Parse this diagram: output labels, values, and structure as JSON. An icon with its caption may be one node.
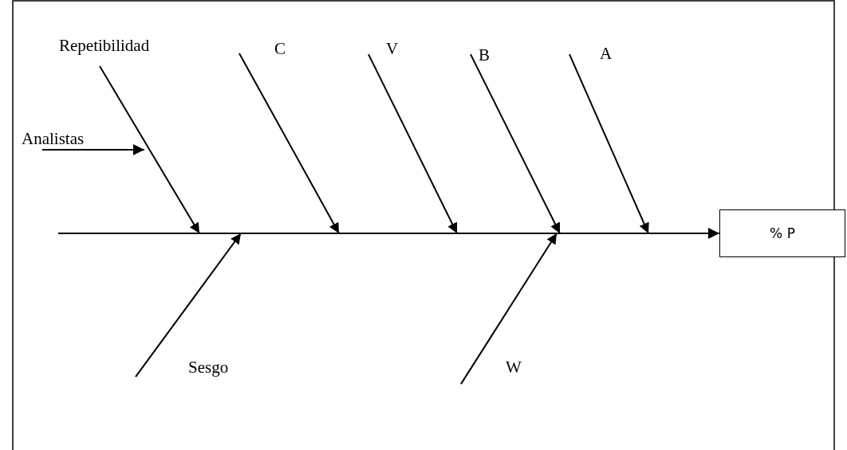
{
  "diagram": {
    "nodes": [
      {
        "text": [
          "% P"
        ]
      },
      {
        "text": [
          "Repetibilidad"
        ]
      },
      {
        "text": [
          "C"
        ]
      },
      {
        "text": [
          "V"
        ]
      },
      {
        "text": [
          "B"
        ]
      },
      {
        "text": [
          "A"
        ]
      },
      {
        "text": [
          "Analistas"
        ]
      },
      {
        "text": [
          "Sesgo"
        ]
      },
      {
        "text": [
          "W"
        ]
      }
    ],
    "edges": [
      {
        "from": null,
        "to": 0,
        "arrow": "to"
      },
      {
        "from": 1,
        "to": null,
        "arrow": "to"
      },
      {
        "from": 2,
        "to": null,
        "arrow": "to"
      },
      {
        "from": 3,
        "to": null,
        "arrow": "to"
      },
      {
        "from": 4,
        "to": null,
        "arrow": "to"
      },
      {
        "from": 5,
        "to": null,
        "arrow": "to"
      },
      {
        "from": 6,
        "to": null,
        "arrow": "to"
      },
      {
        "from": 7,
        "to": null,
        "arrow": "to"
      },
      {
        "from": 8,
        "to": null,
        "arrow": "to"
      }
    ]
  }
}
